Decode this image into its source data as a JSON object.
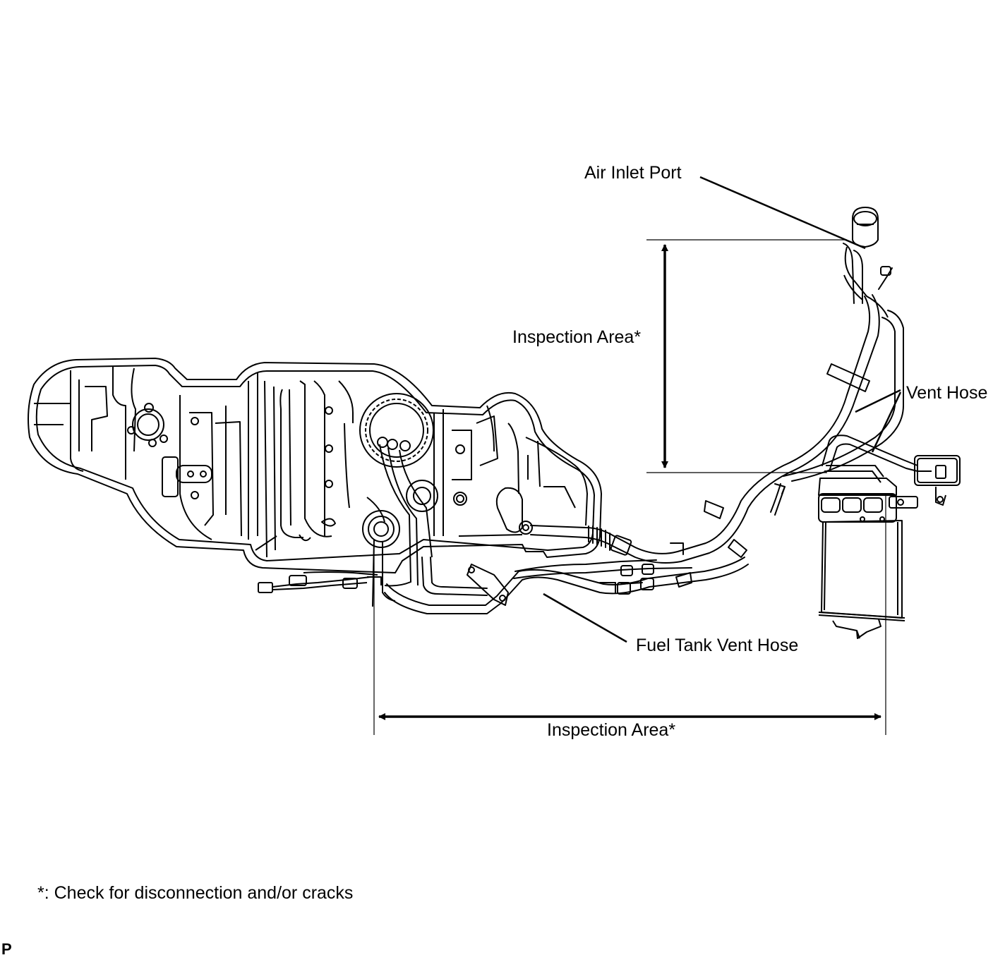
{
  "labels": {
    "air_inlet_port": "Air Inlet Port",
    "inspection_area_vertical": "Inspection Area*",
    "vent_hose": "Vent Hose",
    "fuel_tank_vent_hose": "Fuel Tank Vent Hose",
    "inspection_area_horizontal": "Inspection Area*"
  },
  "footnote": "*: Check for disconnection and/or cracks",
  "figure_code": "P",
  "colors": {
    "line": "#000000",
    "background": "#ffffff"
  }
}
